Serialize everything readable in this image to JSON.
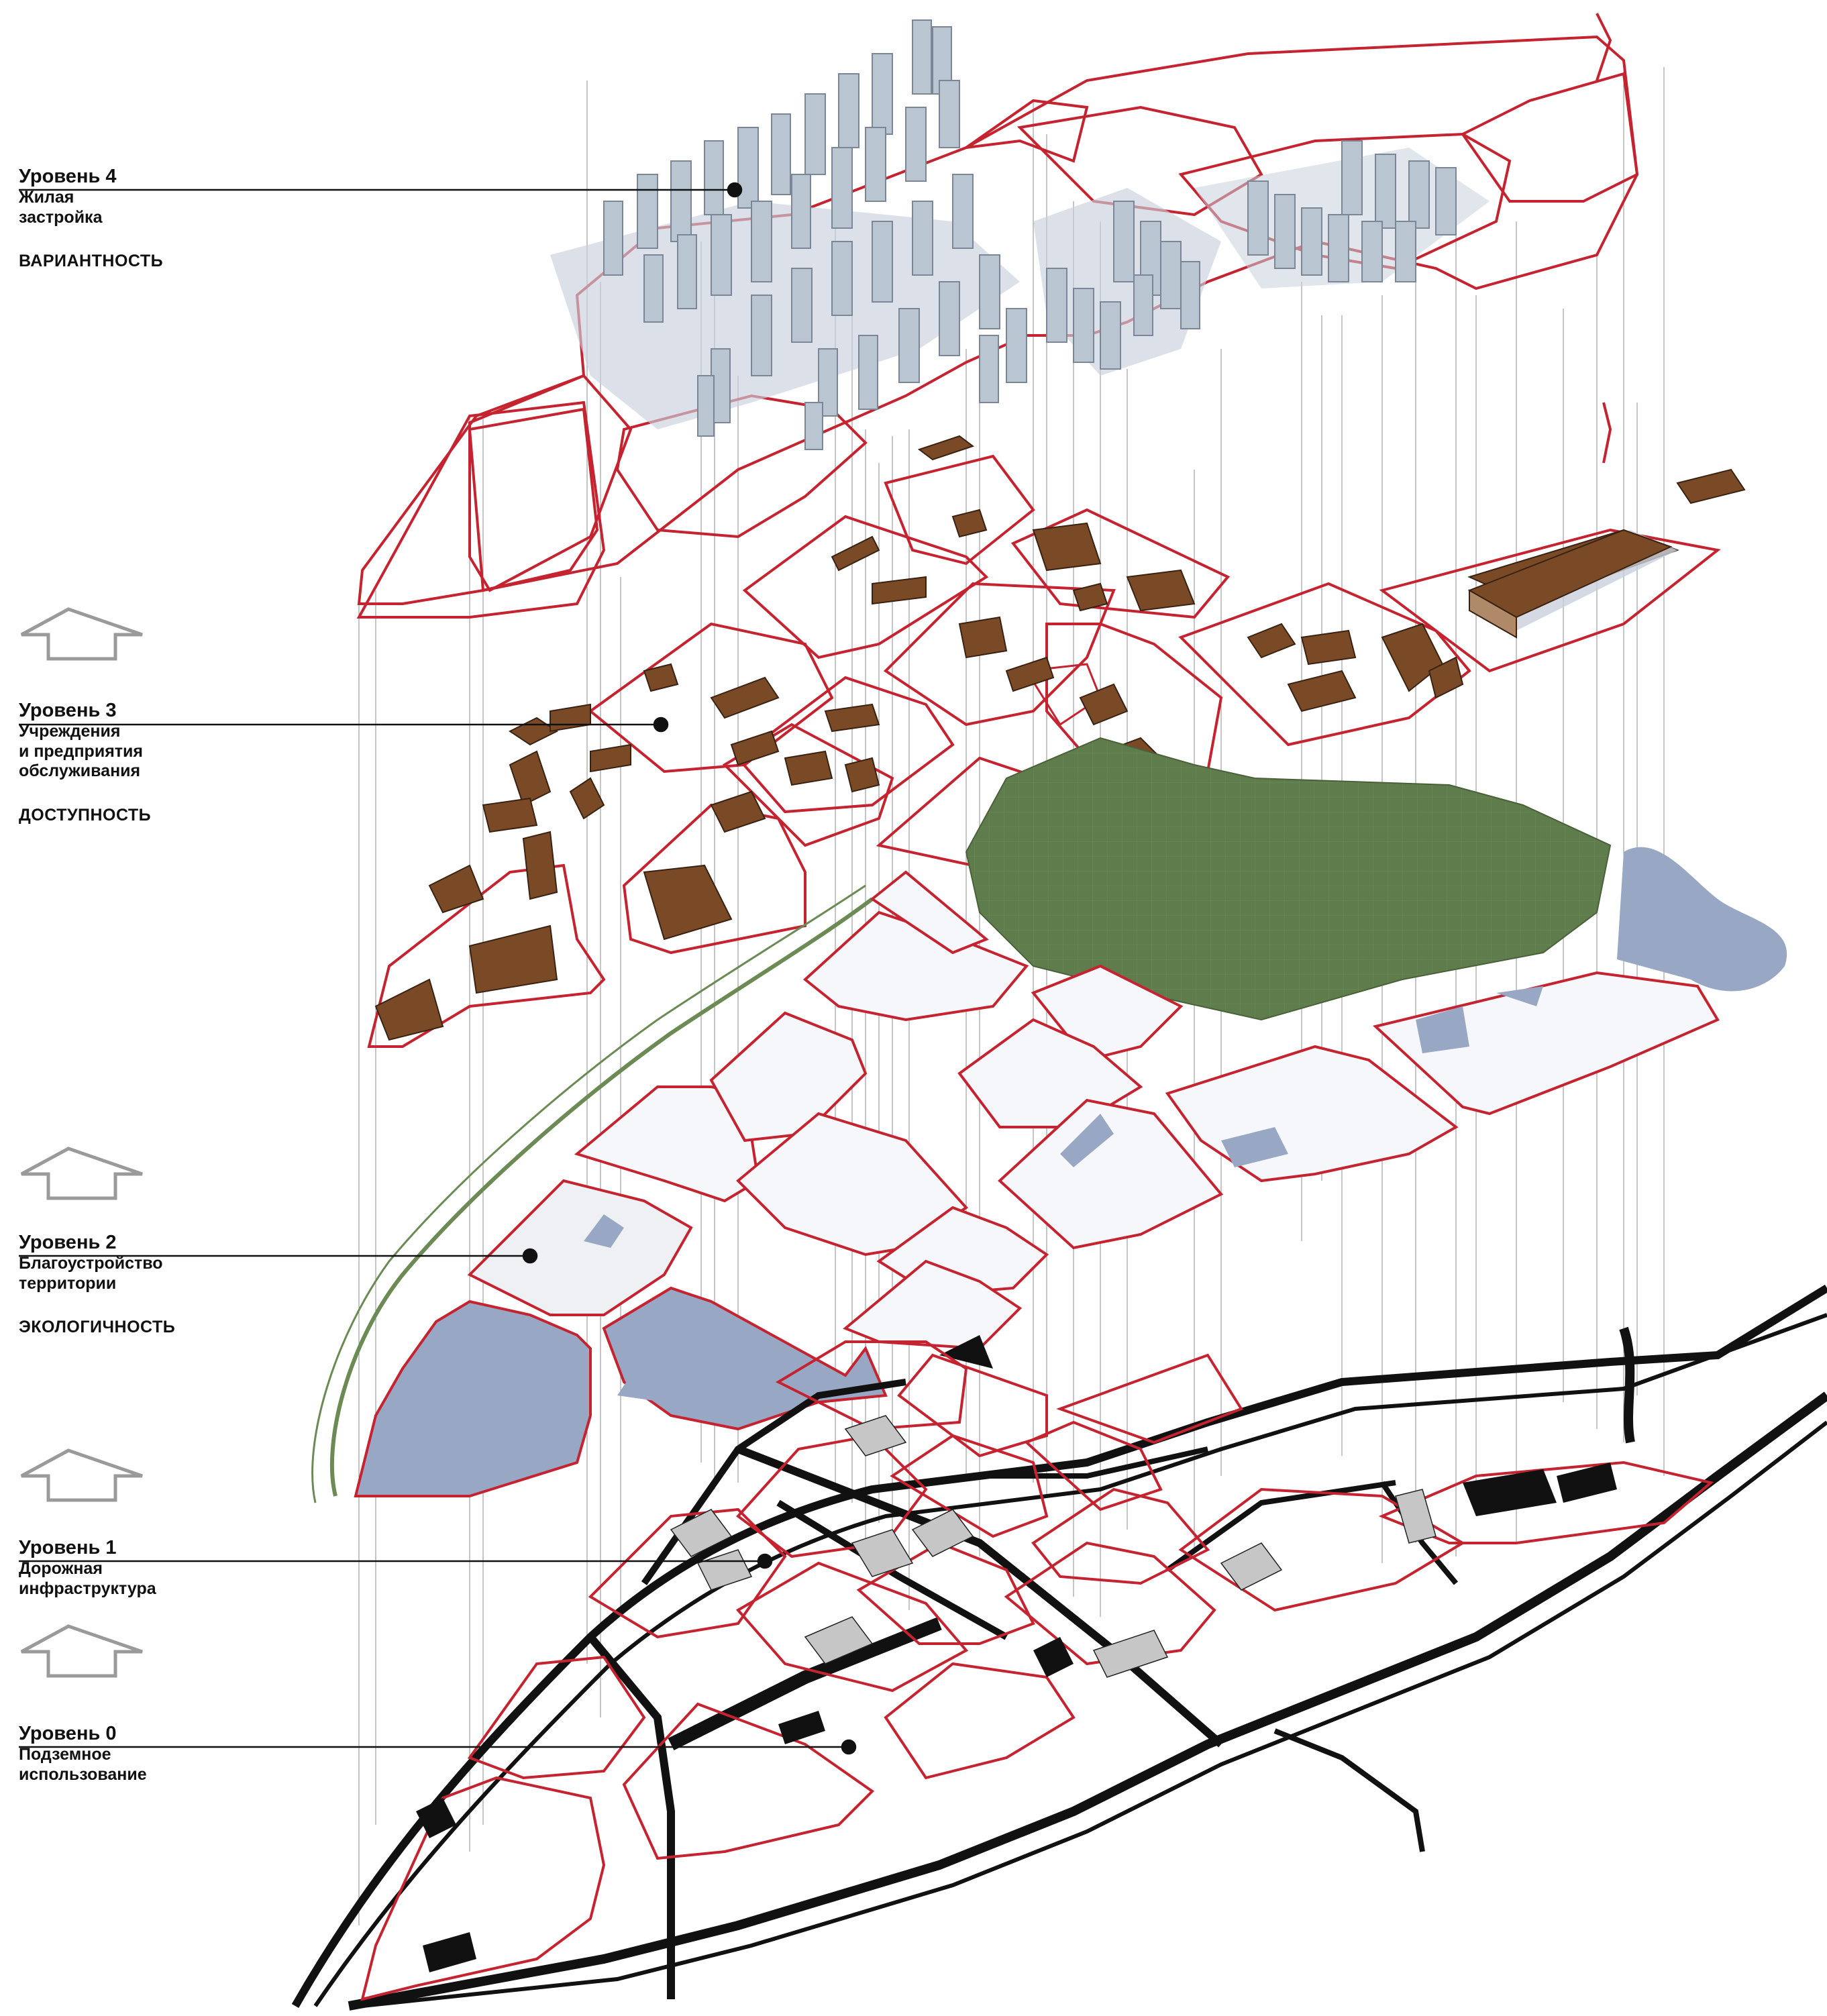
{
  "levels": [
    {
      "title": "Уровень 4",
      "subtitle": "Жилая\nзастройка",
      "criterion": "ВАРИАНТНОСТЬ"
    },
    {
      "title": "Уровень 3",
      "subtitle": "Учреждения\nи предприятия\nобслуживания",
      "criterion": "ДОСТУПНОСТЬ"
    },
    {
      "title": "Уровень 2",
      "subtitle": "Благоустройство\nтерритории",
      "criterion": "ЭКОЛОГИЧНОСТЬ"
    },
    {
      "title": "Уровень  1",
      "subtitle": "Дорожная\nинфраструктура",
      "criterion": ""
    },
    {
      "title": "Уровень 0",
      "subtitle": "Подземное\nиспользование",
      "criterion": ""
    }
  ],
  "colors": {
    "boundary": "#c4232f",
    "park": "#5f7d4c",
    "building": "#7a4a26",
    "highrise": "#b9c6d2",
    "shadow": "#c9d0dc",
    "road": "#111111",
    "arrow": "#9a9a9a",
    "leader": "#111111",
    "landscape_path": "#6b8a54",
    "water": "#98a8c4"
  },
  "icons": [
    "up-arrow-icon",
    "up-arrow-icon",
    "up-arrow-icon",
    "up-arrow-icon"
  ]
}
